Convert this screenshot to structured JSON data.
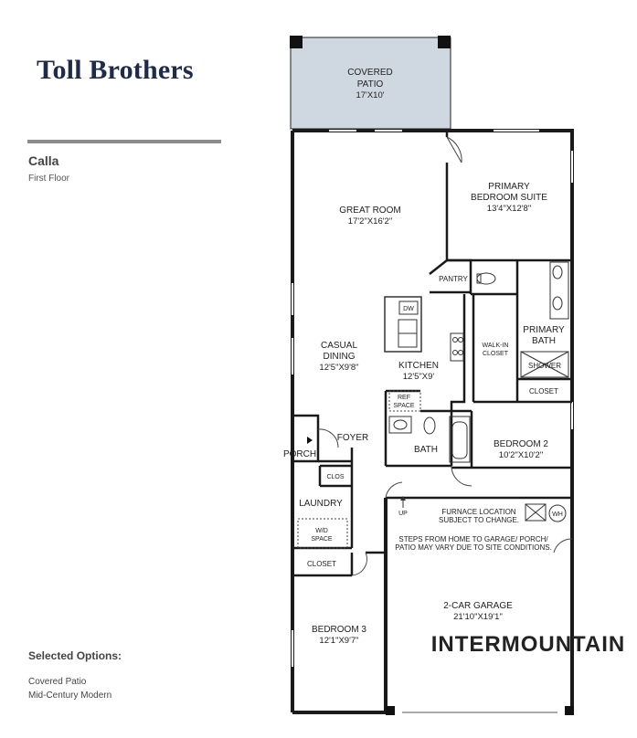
{
  "brand": "Toll Brothers",
  "model": "Calla",
  "floor": "First Floor",
  "options": {
    "heading": "Selected Options:",
    "items": [
      "Covered Patio",
      "Mid-Century Modern"
    ]
  },
  "rooms": {
    "patio": {
      "name1": "COVERED",
      "name2": "PATIO",
      "dim": "17'X10'"
    },
    "great_room": {
      "name": "GREAT ROOM",
      "dim": "17'2\"X16'2\""
    },
    "primary_suite": {
      "name1": "PRIMARY",
      "name2": "BEDROOM SUITE",
      "dim": "13'4\"X12'8\""
    },
    "pantry": "PANTRY",
    "dw": "DW",
    "casual_dining": {
      "name1": "CASUAL",
      "name2": "DINING",
      "dim": "12'5\"X9'8\""
    },
    "kitchen": {
      "name": "KITCHEN",
      "dim": "12'5\"X9'"
    },
    "walkin": {
      "name1": "WALK-IN",
      "name2": "CLOSET"
    },
    "primary_bath": {
      "name1": "PRIMARY",
      "name2": "BATH"
    },
    "shower": "SHOWER",
    "closet_primary": "CLOSET",
    "ref": {
      "name1": "REF",
      "name2": "SPACE"
    },
    "foyer": "FOYER",
    "porch": "PORCH",
    "clos": "CLOS",
    "bath": "BATH",
    "bedroom2": {
      "name": "BEDROOM 2",
      "dim": "10'2\"X10'2\""
    },
    "laundry": "LAUNDRY",
    "wd": {
      "name1": "W/D",
      "name2": "SPACE"
    },
    "up": "UP",
    "closet_laundry": "CLOSET",
    "bedroom3": {
      "name": "BEDROOM 3",
      "dim": "12'1\"X9'7\""
    },
    "garage": {
      "name": "2-CAR GARAGE",
      "dim": "21'10\"X19'1\""
    }
  },
  "notes": {
    "furnace1": "FURNACE LOCATION",
    "furnace2": "SUBJECT TO CHANGE.",
    "wh": "WH",
    "steps1": "STEPS FROM HOME TO GARAGE/ PORCH/",
    "steps2": "PATIO MAY VARY DUE TO SITE CONDITIONS."
  },
  "watermark": "INTERMOUNTAIN",
  "colors": {
    "brand": "#1f2b4a",
    "patio": "#cfd8e1",
    "wall": "#1a1a1a",
    "watermark": "#e2e2e2"
  }
}
